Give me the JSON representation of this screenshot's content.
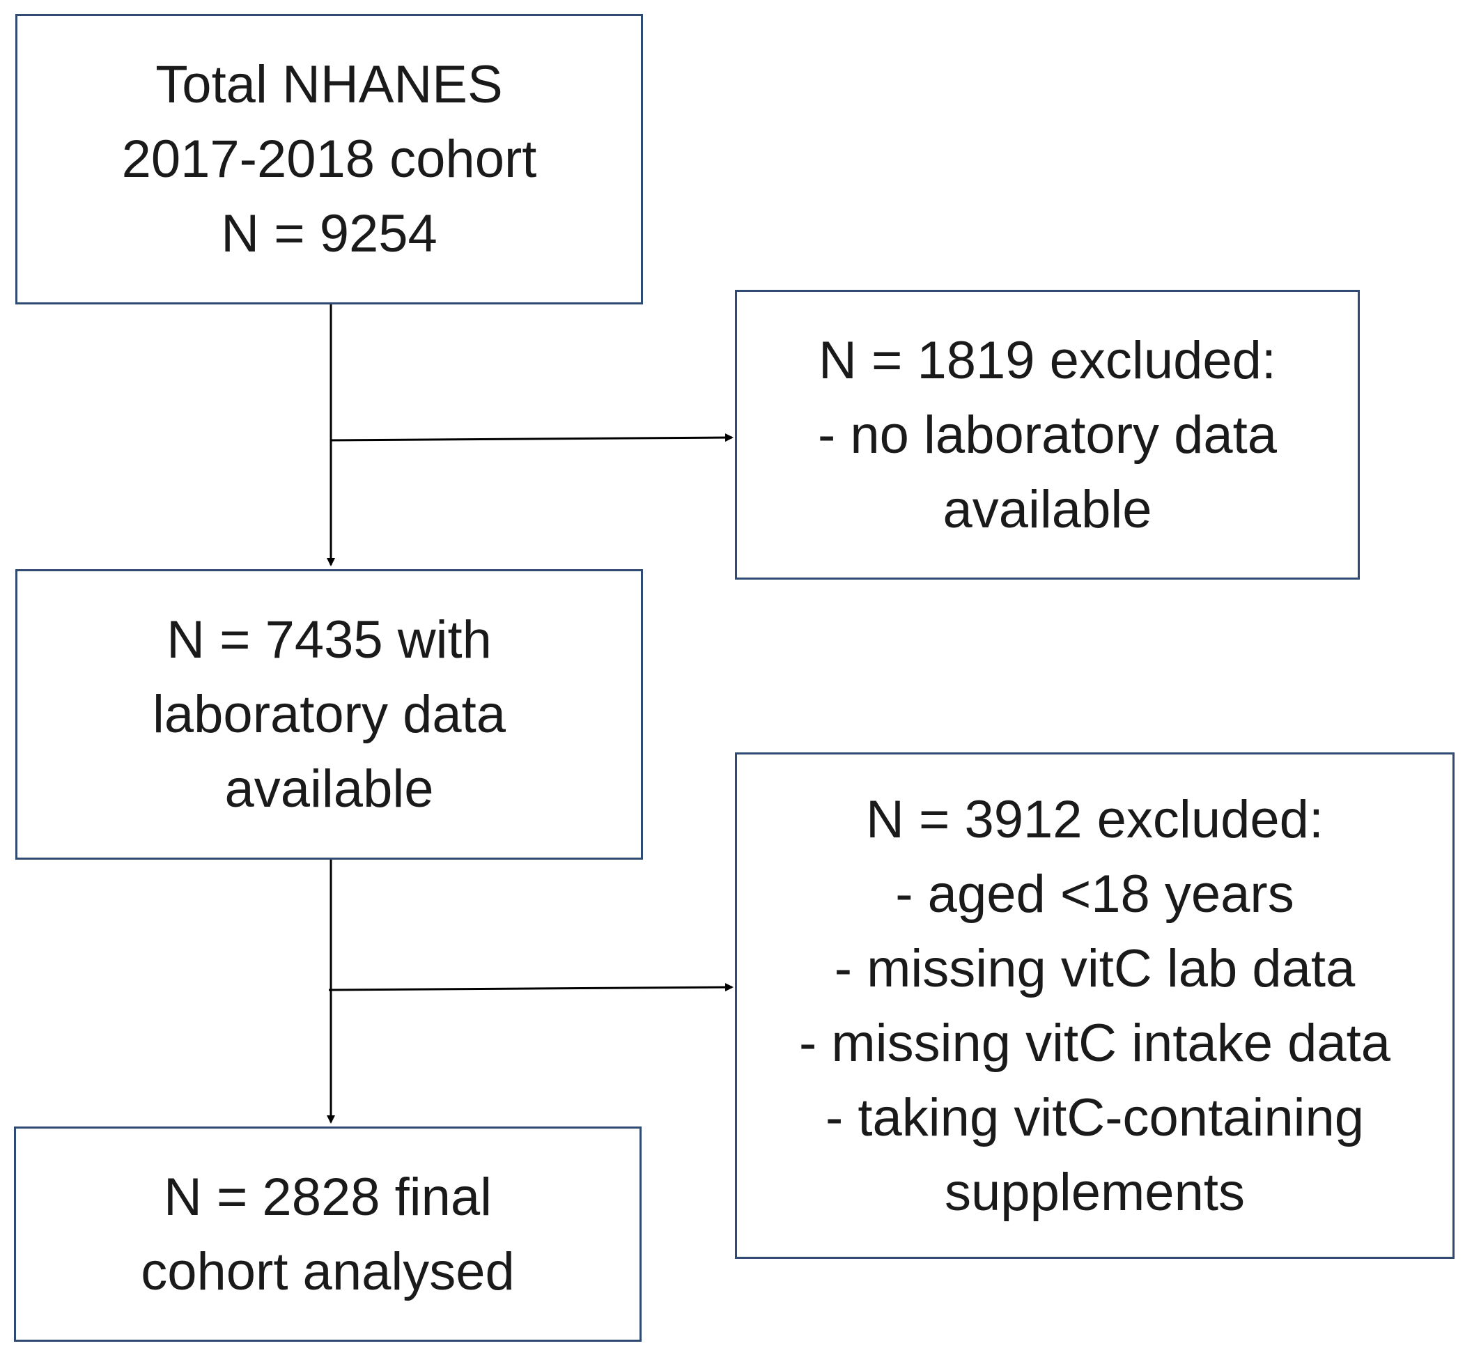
{
  "boxes": {
    "total": {
      "lines": [
        "Total NHANES",
        "2017-2018 cohort",
        "N = 9254"
      ]
    },
    "excluded_1": {
      "lines": [
        "N = 1819 excluded:",
        "- no laboratory data",
        "available"
      ]
    },
    "with_lab": {
      "lines": [
        "N = 7435 with",
        "laboratory data",
        "available"
      ]
    },
    "excluded_2": {
      "lines": [
        "N = 3912 excluded:",
        "- aged <18 years",
        "- missing vitC lab data",
        "- missing vitC intake data",
        "- taking vitC-containing",
        "supplements"
      ]
    },
    "final": {
      "lines": [
        "N = 2828 final",
        "cohort analysed"
      ]
    }
  },
  "colors": {
    "box_border": "#2f4a73",
    "arrow": "#000000",
    "text": "#1a1a1a"
  }
}
